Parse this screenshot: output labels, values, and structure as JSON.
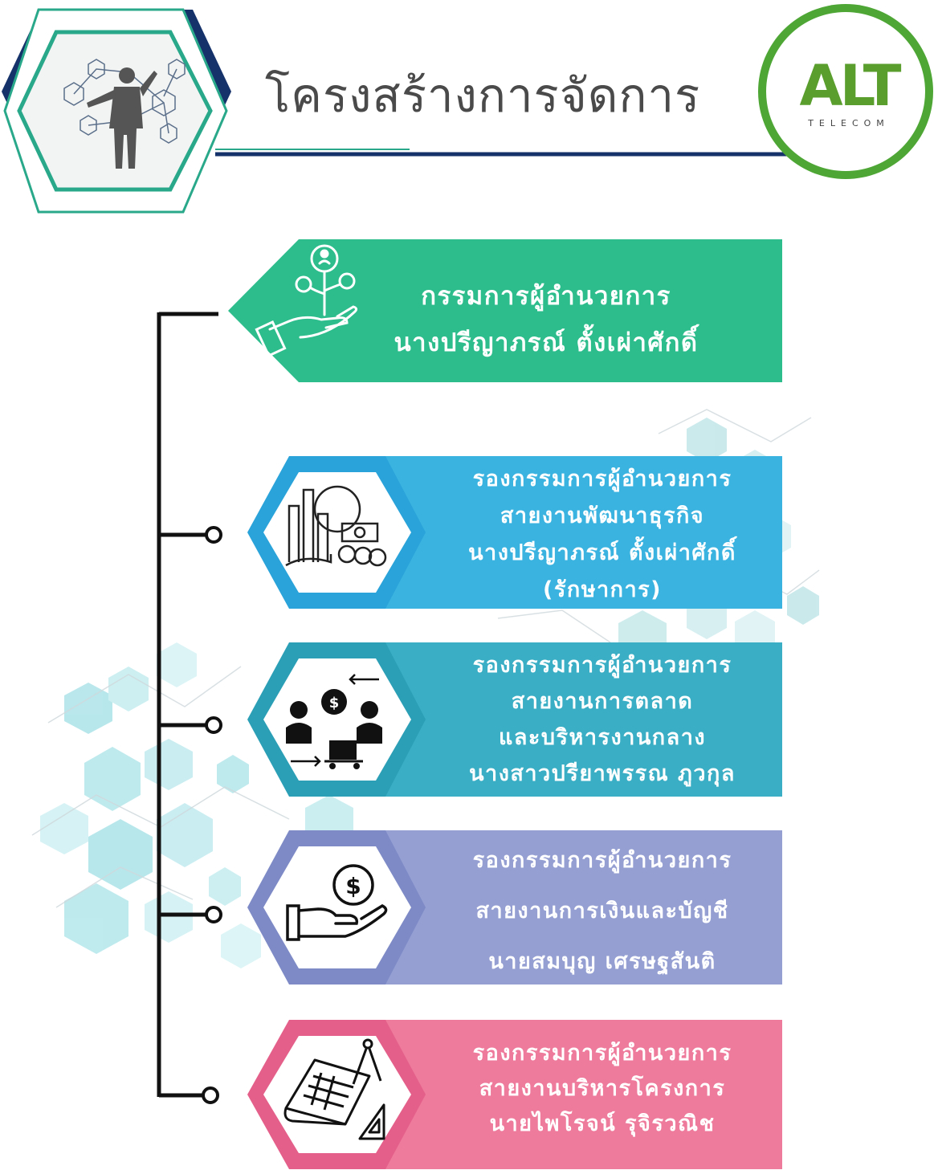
{
  "header": {
    "title": "โครงสร้างการจัดการ",
    "logo_text": "ALT",
    "logo_subtext": "TELECOM"
  },
  "boxes": [
    {
      "lines": [
        "กรรมการผู้อำนวยการ",
        "นางปรีญาภรณ์ ตั้งเผ่าศักดิ์"
      ],
      "color": "#2dbd8c",
      "icon": "money-plant-hand-icon"
    },
    {
      "lines": [
        "รองกรรมการผู้อำนวยการ",
        "สายงานพัฒนาธุรกิจ",
        "นางปรีญาภรณ์ ตั้งเผ่าศักดิ์",
        "(รักษาการ)"
      ],
      "color": "#3bb3e0",
      "icon": "global-business-icon"
    },
    {
      "lines": [
        "รองกรรมการผู้อำนวยการ",
        "สายงานการตลาด",
        "และบริหารงานกลาง",
        "นางสาวปรียาพรรณ ภูวกุล"
      ],
      "color": "#3aaec4",
      "icon": "trade-people-icon"
    },
    {
      "lines": [
        "รองกรรมการผู้อำนวยการ",
        "สายงานการเงินและบัญชี",
        "นายสมบุญ เศรษฐสันติ"
      ],
      "color": "#8e9dd0",
      "icon": "hand-money-icon"
    },
    {
      "lines": [
        "รองกรรมการผู้อำนวยการ",
        "สายงานบริหารโครงการ",
        "นายไพโรจน์ รุจิรวณิช"
      ],
      "color": "#ee7a9c",
      "icon": "blueprint-icon"
    }
  ],
  "colors": {
    "navy": "#15326a",
    "teal": "#2aa98a",
    "logo_green": "#5a9e2e"
  }
}
